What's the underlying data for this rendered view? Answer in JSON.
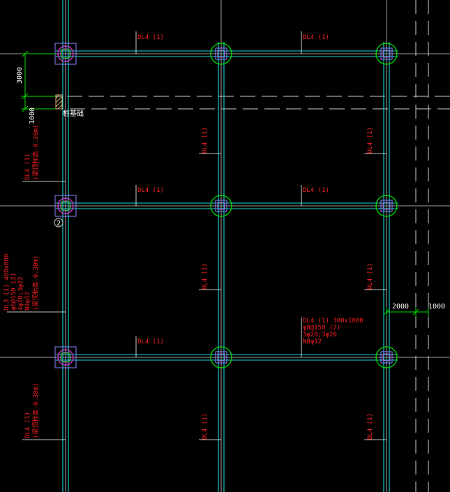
{
  "colors": {
    "background": "#000000",
    "axis": "#cfcfcf",
    "beam": "#18d8d8",
    "beam_label": "#ff2020",
    "column_ring": "#00dd00",
    "column_inner": "#cc33cc",
    "dimension": "#00dd00",
    "dim_text": "#ffffff",
    "edge_marker": "#8888ff"
  },
  "beam_labels": {
    "top_row_a": "DL4 (1)",
    "top_row_b": "DL4 (1)",
    "mid_row_a": "DL4 (1)",
    "mid_row_b": "DL4 (1)",
    "bottom_row_a": "DL4 (1)",
    "col2_span1": "DL4 (1)",
    "col3_span1": "DL4 (1)",
    "col2_span2": "DL4 (1)",
    "col3_span2": "DL4 (1)",
    "col2_span3": "DL4 (1)",
    "col3_span3": "DL4 (1)",
    "left_span1": "DL4 (1)",
    "left_span1_note": "(梁顶标高-0.30m)",
    "left_span2_title": "DL3 (1) 400x800",
    "left_span2_line1": "φ8@150 (2)",
    "left_span2_line2": "4φ20;3φ22",
    "left_span2_line3": "N4φ12",
    "left_span2_note": "(梁顶标高-0.30m)",
    "left_span3": "DL4 (1)",
    "left_span3_note": "(梁顶标高-0.30m)",
    "callout_title": "DL4 (1) 300x1000",
    "callout_line1": "φ8@150 (2)",
    "callout_line2": "3φ20;3φ20",
    "callout_line3": "N8φ12"
  },
  "dimensions": {
    "left_upper": "3000",
    "left_lower": "1000",
    "right_a": "2000",
    "right_b": "1000"
  },
  "markers": {
    "edge_text": "桩基础",
    "axis_bubble": "2"
  },
  "icons": {
    "column": "column-square-icon",
    "hatch": "hatch-block-icon"
  }
}
